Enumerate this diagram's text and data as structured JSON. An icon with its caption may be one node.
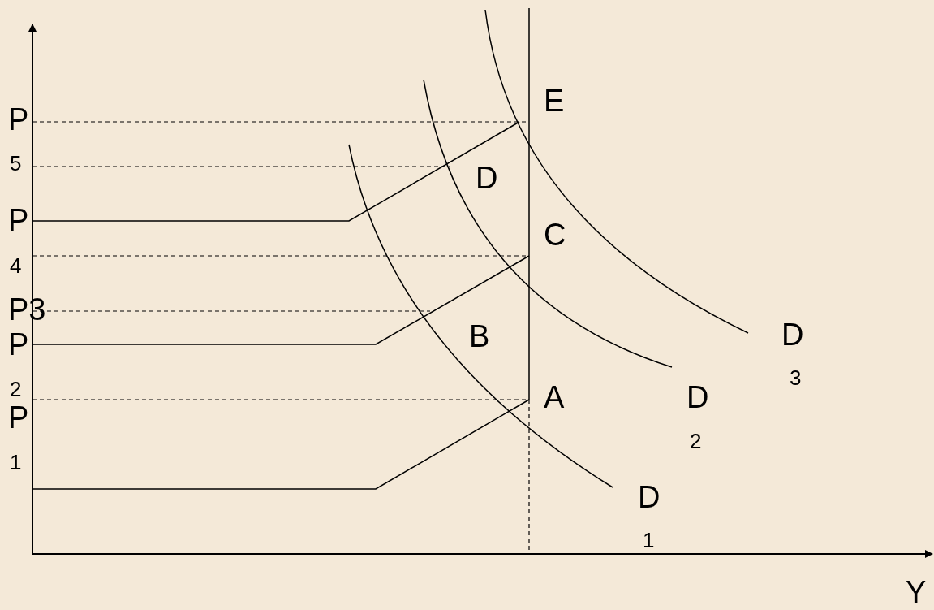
{
  "diagram": {
    "labels": [
      "P",
      "5",
      "P",
      "4",
      "P3",
      "P",
      "2",
      "P",
      "1",
      "E",
      "D",
      "C",
      "B",
      "A",
      "D",
      "3",
      "D",
      "2",
      "D",
      "1",
      "Y"
    ]
  }
}
